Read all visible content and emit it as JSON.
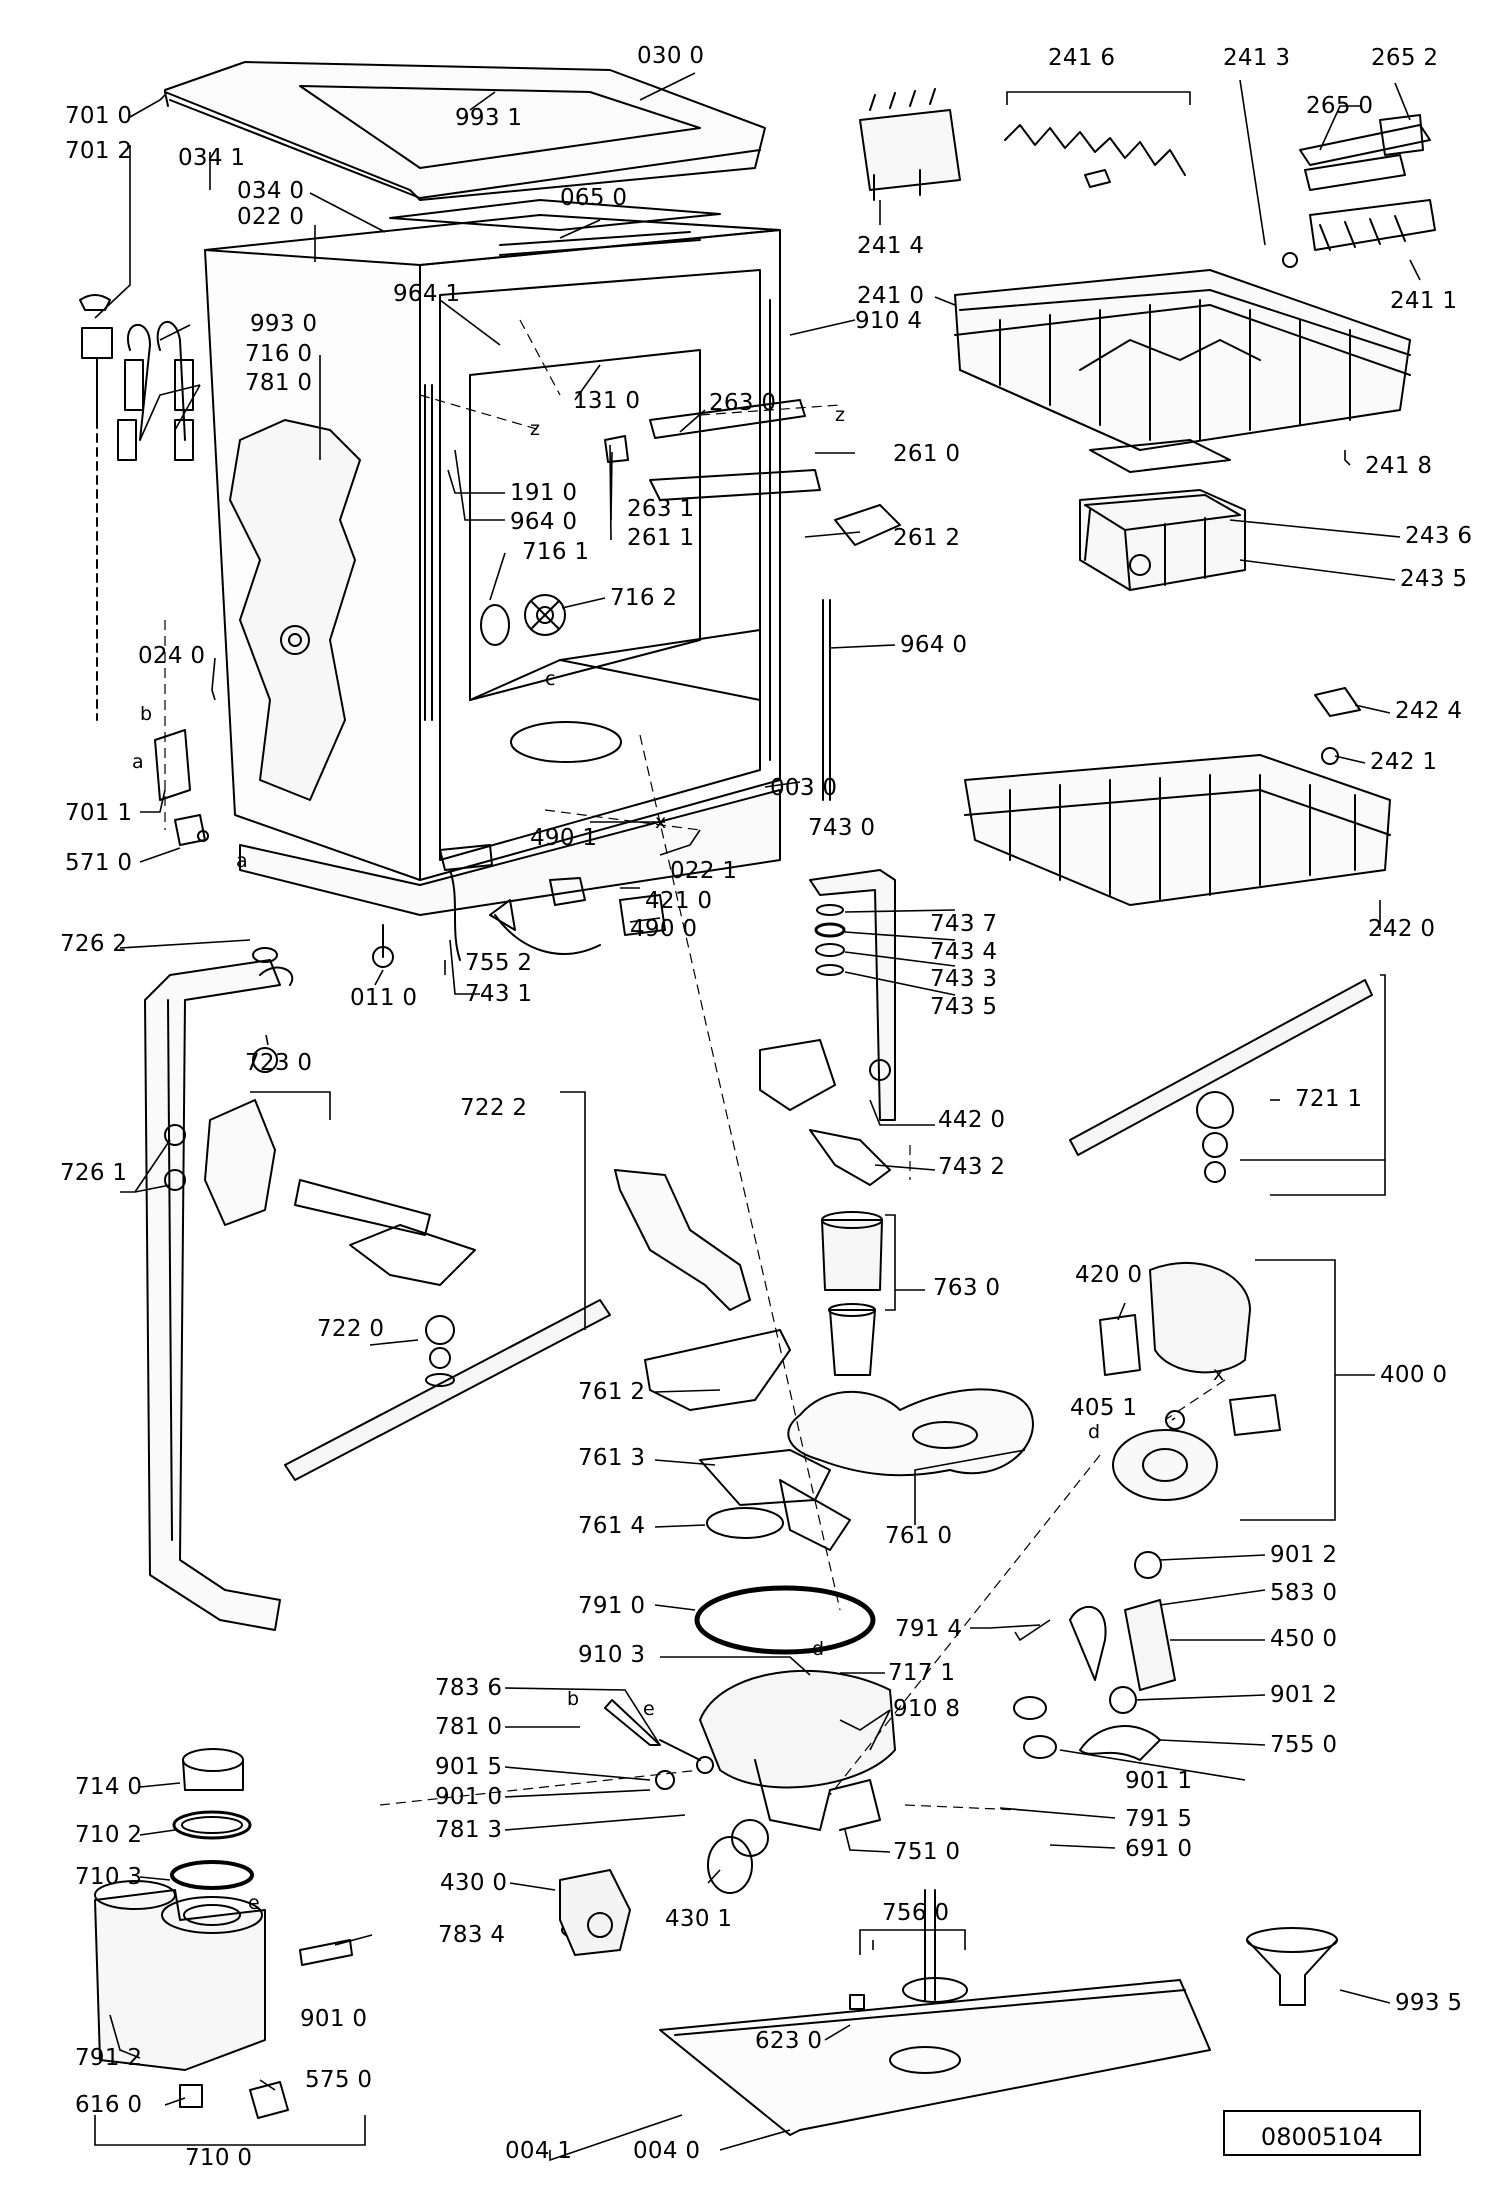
{
  "diagram": {
    "drawing_number": "08005104",
    "part_labels": [
      "030 0",
      "993 1",
      "701 0",
      "701 2",
      "034 1",
      "034 0",
      "022 0",
      "065 0",
      "993 0",
      "964 1",
      "910 4",
      "716 0",
      "781 0",
      "131 0",
      "263 0",
      "191 0",
      "964 0",
      "263 1",
      "261 1",
      "261 0",
      "261 2",
      "716 1",
      "716 2",
      "964 0",
      "024 0",
      "003 0",
      "701 1",
      "571 0",
      "490 1",
      "421 0",
      "490 0",
      "022 1",
      "743 0",
      "743 7",
      "743 4",
      "743 3",
      "743 5",
      "755 2",
      "743 1",
      "011 0",
      "726 2",
      "723 0",
      "722 2",
      "726 1",
      "722 0",
      "442 0",
      "743 2",
      "763 0",
      "761 2",
      "761 3",
      "761 4",
      "761 0",
      "791 0",
      "910 3",
      "717 1",
      "910 8",
      "783 6",
      "781 0",
      "901 5",
      "901 0",
      "781 3",
      "751 0",
      "430 0",
      "430 1",
      "714 0",
      "710 2",
      "710 3",
      "783 4",
      "901 0",
      "791 2",
      "575 0",
      "616 0",
      "710 0",
      "756 0",
      "623 0",
      "004 1",
      "004 0",
      "241 6",
      "241 3",
      "265 2",
      "265 0",
      "241 4",
      "241 1",
      "241 0",
      "241 8",
      "243 6",
      "243 5",
      "242 4",
      "242 1",
      "242 0",
      "721 1",
      "420 0",
      "400 0",
      "405 1",
      "901 2",
      "583 0",
      "450 0",
      "791 4",
      "901 2",
      "755 0",
      "901 1",
      "791 5",
      "691 0",
      "993 5"
    ],
    "letter_marks": [
      "z",
      "z",
      "c",
      "b",
      "a",
      "a",
      "x",
      "x",
      "b",
      "e",
      "d",
      "d",
      "e"
    ]
  }
}
